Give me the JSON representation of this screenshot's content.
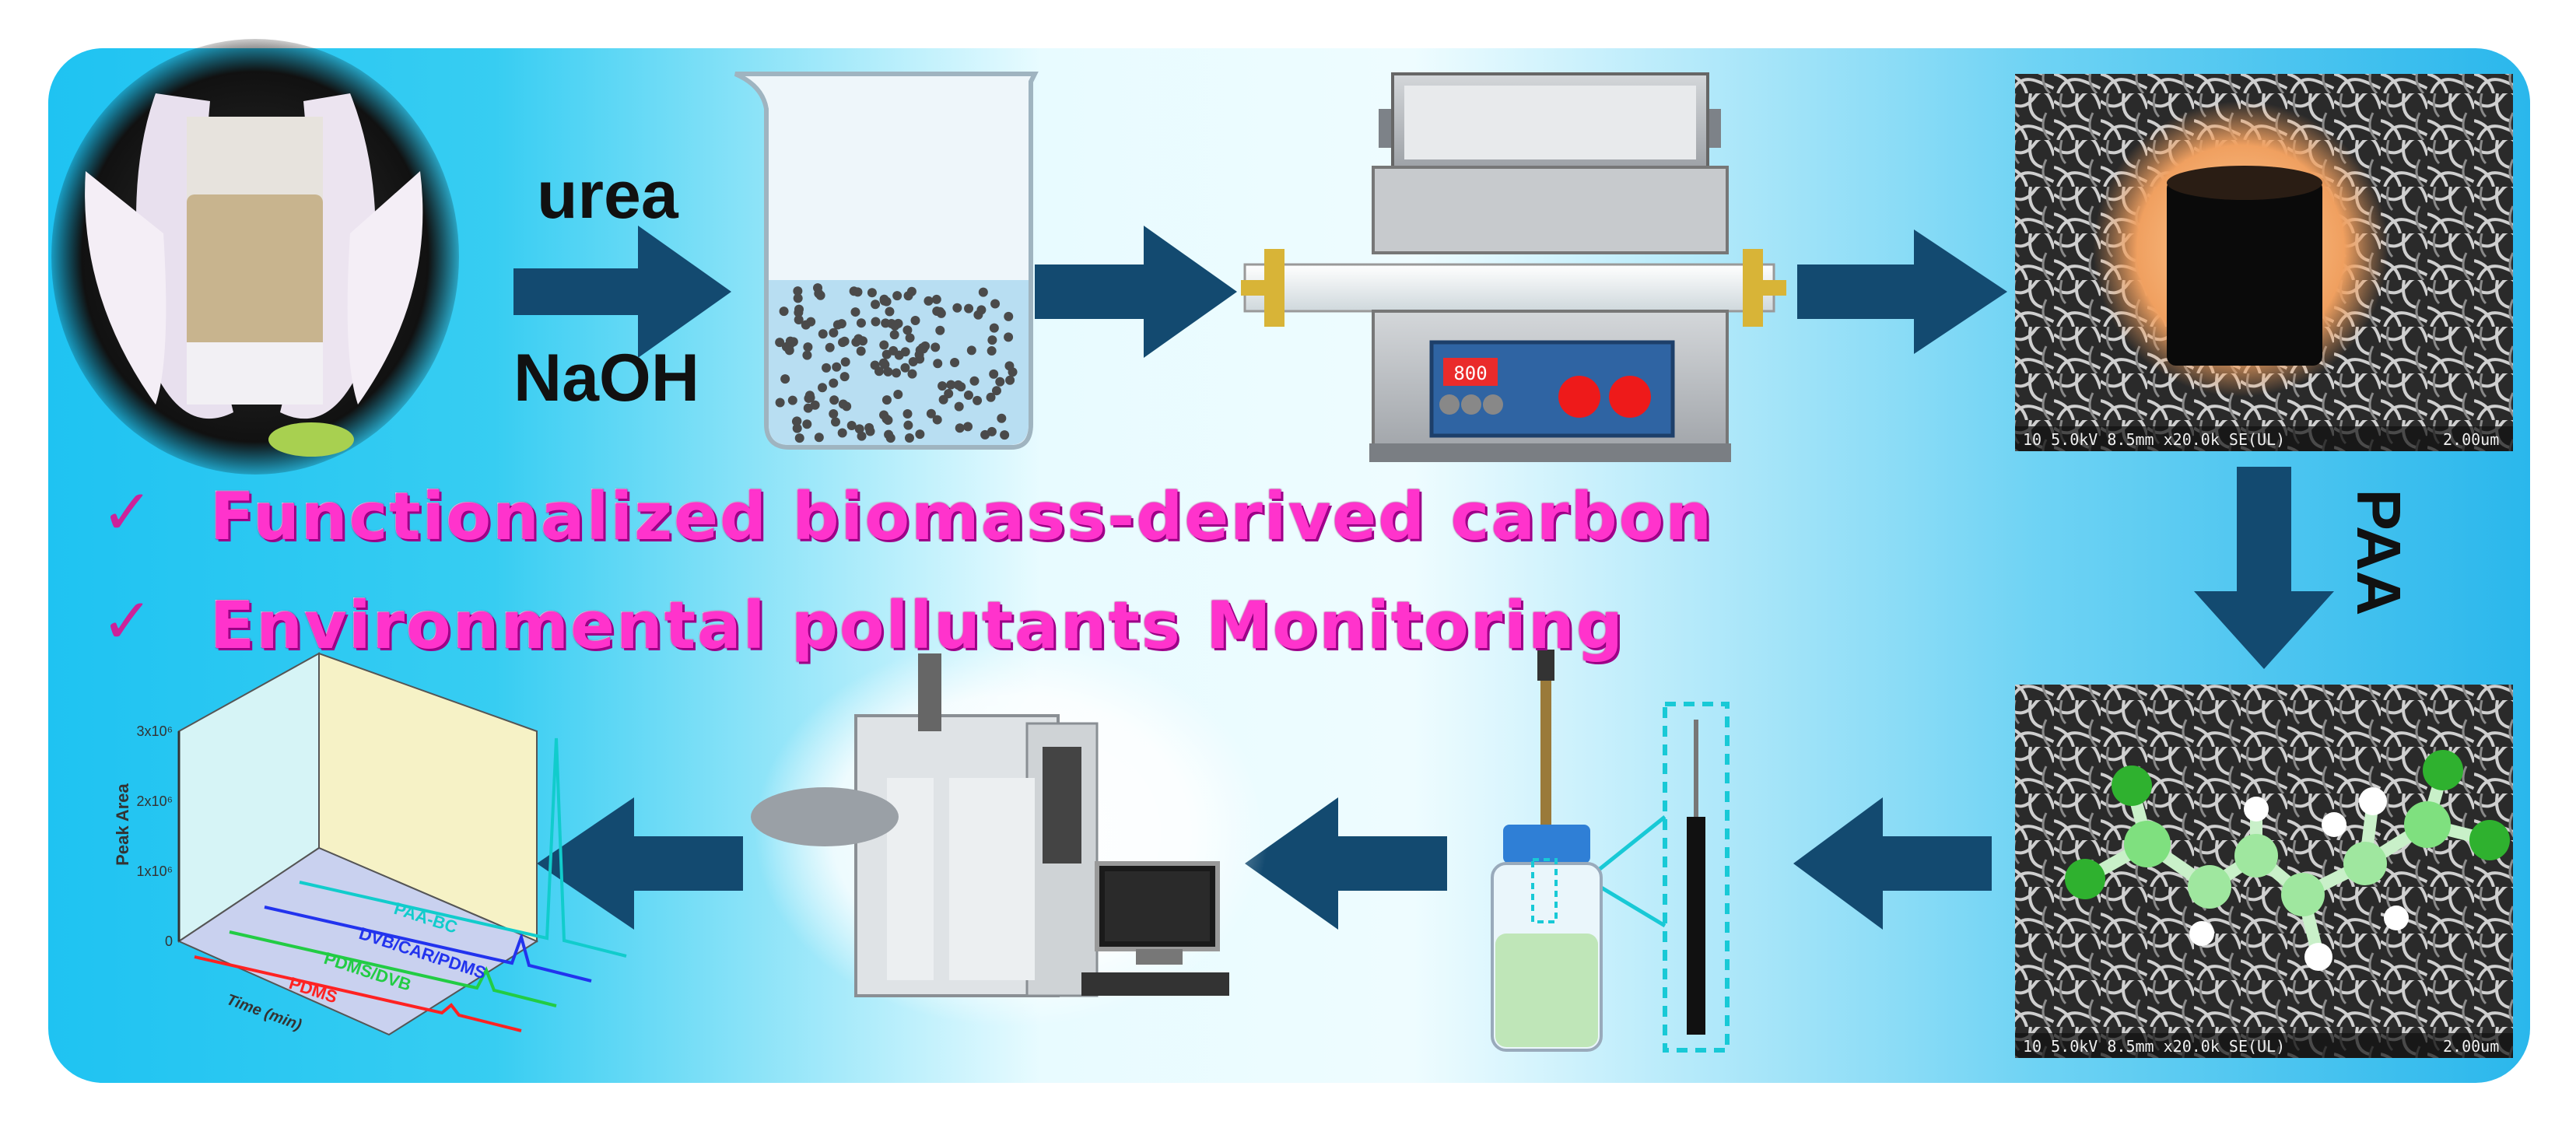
{
  "steps": {
    "reagent_top": "urea",
    "reagent_bottom": "NaOH",
    "modifier": "PAA",
    "furnace_display": "800"
  },
  "highlights": [
    {
      "check": "✓",
      "text": "Functionalized biomass-derived carbon"
    },
    {
      "check": "✓",
      "text": "Environmental pollutants Monitoring"
    }
  ],
  "sem_captions": {
    "left": "10 5.0kV 8.5mm x20.0k SE(UL)",
    "right": "2.00um"
  },
  "chart_data": {
    "type": "line",
    "title": "",
    "ylabel": "Peak Area",
    "xlabel": "Time (min)",
    "y_ticks": [
      "0",
      "1x10⁶",
      "2x10⁶",
      "3x10⁶"
    ],
    "ylim": [
      0,
      3000000
    ],
    "series": [
      {
        "name": "PDMS",
        "color": "#ff2222",
        "peak": 0.05
      },
      {
        "name": "PDMS/DVB",
        "color": "#22cc44",
        "peak": 0.1
      },
      {
        "name": "DVB/CAR/PDMS",
        "color": "#2233ee",
        "peak": 0.14
      },
      {
        "name": "PAA-BC",
        "color": "#11cccc",
        "peak": 1.0
      }
    ]
  },
  "colors": {
    "arrow": "#134a70",
    "highlight": "#ff33cc",
    "background_left": "#28c8f0",
    "background_right": "#39b7e8"
  }
}
